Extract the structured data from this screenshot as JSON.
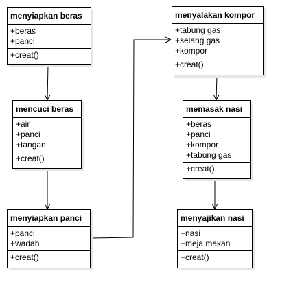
{
  "classes": [
    {
      "id": "menyiapkan-beras",
      "title": "menyiapkan beras",
      "attributes": [
        "+beras",
        "+panci"
      ],
      "methods": [
        "+creat()"
      ]
    },
    {
      "id": "mencuci-beras",
      "title": "mencuci beras",
      "attributes": [
        "+air",
        "+panci",
        "+tangan"
      ],
      "methods": [
        "+creat()"
      ]
    },
    {
      "id": "menyiapkan-panci",
      "title": "menyiapkan panci",
      "attributes": [
        "+panci",
        "+wadah"
      ],
      "methods": [
        "+creat()"
      ]
    },
    {
      "id": "menyalakan-kompor",
      "title": "menyalakan kompor",
      "attributes": [
        "+tabung gas",
        "+selang gas",
        "+kompor"
      ],
      "methods": [
        "+creat()"
      ]
    },
    {
      "id": "memasak-nasi",
      "title": "memasak nasi",
      "attributes": [
        "+beras",
        "+panci",
        "+kompor",
        "+tabung gas"
      ],
      "methods": [
        "+creat()"
      ]
    },
    {
      "id": "menyajikan-nasi",
      "title": "menyajikan nasi",
      "attributes": [
        "+nasi",
        "+meja makan"
      ],
      "methods": [
        "+creat()"
      ]
    }
  ],
  "flows": [
    {
      "from": "menyiapkan-beras",
      "to": "mencuci-beras"
    },
    {
      "from": "mencuci-beras",
      "to": "menyiapkan-panci"
    },
    {
      "from": "menyiapkan-panci",
      "to": "menyalakan-kompor"
    },
    {
      "from": "menyalakan-kompor",
      "to": "memasak-nasi"
    },
    {
      "from": "memasak-nasi",
      "to": "menyajikan-nasi"
    }
  ],
  "colors": {
    "line": "#000000",
    "background": "#ffffff",
    "shadow": "#e6e6e6"
  }
}
